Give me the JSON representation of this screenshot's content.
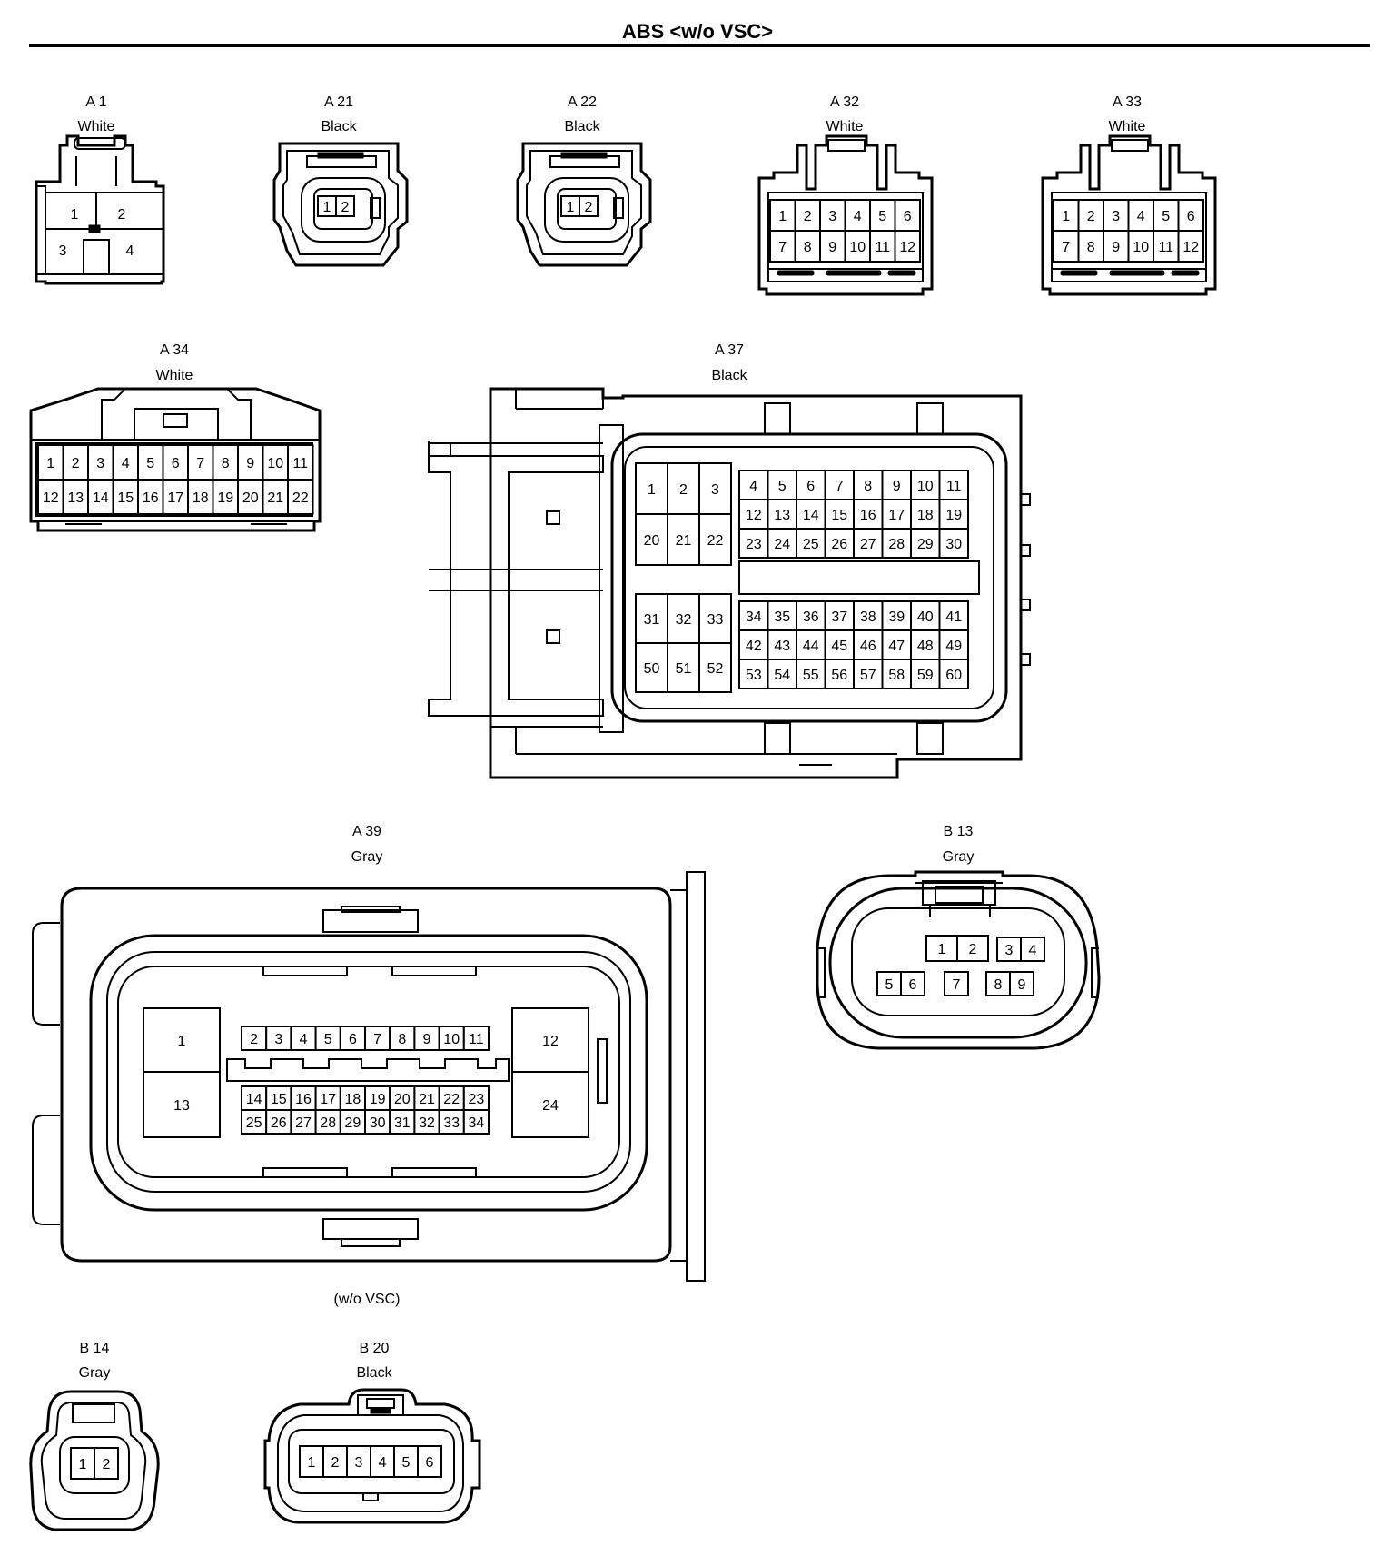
{
  "title": "ABS <w/o VSC>",
  "connectors": [
    {
      "id": "A1",
      "label": "A 1",
      "color": "White"
    },
    {
      "id": "A21",
      "label": "A 21",
      "color": "Black"
    },
    {
      "id": "A22",
      "label": "A 22",
      "color": "Black"
    },
    {
      "id": "A32",
      "label": "A 32",
      "color": "White"
    },
    {
      "id": "A33",
      "label": "A 33",
      "color": "White"
    },
    {
      "id": "A34",
      "label": "A 34",
      "color": "White"
    },
    {
      "id": "A37",
      "label": "A 37",
      "color": "Black"
    },
    {
      "id": "A39",
      "label": "A 39",
      "color": "Gray",
      "note": "(w/o VSC)"
    },
    {
      "id": "B13",
      "label": "B 13",
      "color": "Gray"
    },
    {
      "id": "B14",
      "label": "B 14",
      "color": "Gray"
    },
    {
      "id": "B20",
      "label": "B 20",
      "color": "Black"
    }
  ]
}
